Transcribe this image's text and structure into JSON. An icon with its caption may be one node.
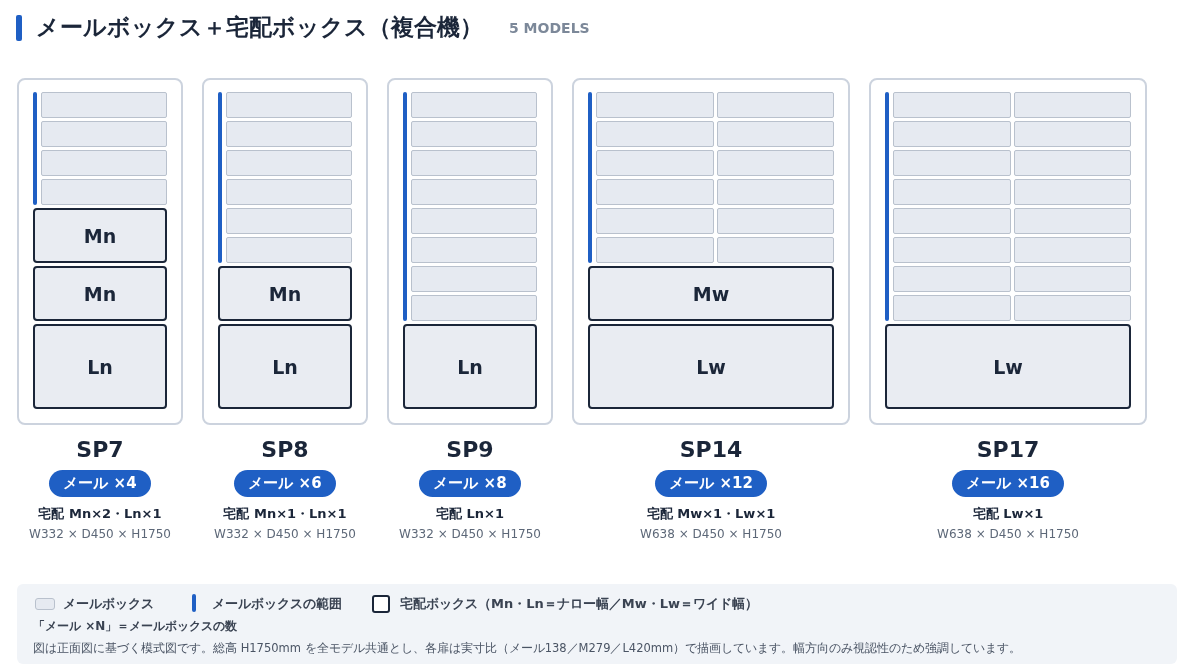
{
  "diagram": {
    "title": "メールボックス＋宅配ボックス（複合機）",
    "nodes": [
      {
        "text": [
          "SP7"
        ],
        "beside": [
          "宅配 Mn×2・Ln×1",
          "W332 × D450 × H1750"
        ]
      },
      {
        "text": [],
        "shape": "box",
        "in": 0
      },
      {
        "text": [],
        "shape": "box",
        "in": 0
      },
      {
        "text": [],
        "shape": "box",
        "in": 0
      },
      {
        "text": [],
        "shape": "box",
        "in": 0
      },
      {
        "text": [
          "Mn"
        ],
        "in": 0
      },
      {
        "text": [
          "Mn"
        ],
        "in": 0
      },
      {
        "text": [
          "Ln"
        ],
        "in": 0
      },
      {
        "text": [
          "メール ×4"
        ]
      },
      {
        "text": [
          "SP8"
        ],
        "beside": [
          "宅配 Mn×1・Ln×1",
          "W332 × D450 × H1750"
        ]
      },
      {
        "text": [],
        "shape": "box",
        "in": 9
      },
      {
        "text": [],
        "shape": "box",
        "in": 9
      },
      {
        "text": [],
        "shape": "box",
        "in": 9
      },
      {
        "text": [],
        "shape": "box",
        "in": 9
      },
      {
        "text": [],
        "shape": "box",
        "in": 9
      },
      {
        "text": [],
        "shape": "box",
        "in": 9
      },
      {
        "text": [
          "Mn"
        ],
        "in": 9
      },
      {
        "text": [
          "Ln"
        ],
        "in": 9
      },
      {
        "text": [
          "メール ×6"
        ]
      },
      {
        "text": [
          "SP9"
        ],
        "beside": [
          "宅配 Ln×1",
          "W332 × D450 × H1750"
        ]
      },
      {
        "text": [],
        "shape": "box",
        "in": 19
      },
      {
        "text": [],
        "shape": "box",
        "in": 19
      },
      {
        "text": [],
        "shape": "box",
        "in": 19
      },
      {
        "text": [],
        "shape": "box",
        "in": 19
      },
      {
        "text": [],
        "shape": "box",
        "in": 19
      },
      {
        "text": [],
        "shape": "box",
        "in": 19
      },
      {
        "text": [],
        "shape": "box",
        "in": 19
      },
      {
        "text": [],
        "shape": "box",
        "in": 19
      },
      {
        "text": [
          "Ln"
        ],
        "in": 19
      },
      {
        "text": [
          "メール ×8"
        ]
      },
      {
        "text": [
          "SP14"
        ],
        "beside": [
          "宅配 Mw×1・Lw×1",
          "W638 × D450 × H1750"
        ]
      },
      {
        "text": [],
        "shape": "box",
        "in": 30
      },
      {
        "text": [],
        "shape": "box",
        "in": 30
      },
      {
        "text": [],
        "shape": "box",
        "in": 30
      },
      {
        "text": [],
        "shape": "box",
        "in": 30
      },
      {
        "text": [],
        "shape": "box",
        "in": 30
      },
      {
        "text": [],
        "shape": "box",
        "in": 30
      },
      {
        "text": [],
        "shape": "box",
        "in": 30
      },
      {
        "text": [],
        "shape": "box",
        "in": 30
      },
      {
        "text": [],
        "shape": "box",
        "in": 30
      },
      {
        "text": [],
        "shape": "box",
        "in": 30
      },
      {
        "text": [],
        "shape": "box",
        "in": 30
      },
      {
        "text": [],
        "shape": "box",
        "in": 30
      },
      {
        "text": [
          "Mw"
        ],
        "in": 30
      },
      {
        "text": [
          "Lw"
        ],
        "in": 30
      },
      {
        "text": [
          "メール ×12"
        ]
      },
      {
        "text": [
          "SP17"
        ],
        "beside": [
          "宅配 Lw×1",
          "W638 × D450 × H1750"
        ]
      },
      {
        "text": [],
        "shape": "box",
        "in": 46
      },
      {
        "text": [],
        "shape": "box",
        "in": 46
      },
      {
        "text": [],
        "shape": "box",
        "in": 46
      },
      {
        "text": [],
        "shape": "box",
        "in": 46
      },
      {
        "text": [],
        "shape": "box",
        "in": 46
      },
      {
        "text": [],
        "shape": "box",
        "in": 46
      },
      {
        "text": [],
        "shape": "box",
        "in": 46
      },
      {
        "text": [],
        "shape": "box",
        "in": 46
      },
      {
        "text": [],
        "shape": "box",
        "in": 46
      },
      {
        "text": [],
        "shape": "box",
        "in": 46
      },
      {
        "text": [],
        "shape": "box",
        "in": 46
      },
      {
        "text": [],
        "shape": "box",
        "in": 46
      },
      {
        "text": [],
        "shape": "box",
        "in": 46
      },
      {
        "text": [],
        "shape": "box",
        "in": 46
      },
      {
        "text": [],
        "shape": "box",
        "in": 46
      },
      {
        "text": [],
        "shape": "box",
        "in": 46
      },
      {
        "text": [
          "Lw"
        ],
        "in": 46
      },
      {
        "text": [
          "メール ×16"
        ]
      }
    ],
    "labels": [
      "5 MODELS",
      "「メール ×N」＝メールボックスの数",
      "図は正面図に基づく模式図です。総高 H1750mm を全モデル共通とし、各扉は実寸比（メール138／M279／L420mm）で描画しています。幅方向のみ視認性のため強調しています。"
    ],
    "legend": [
      {
        "text": "メールボックス",
        "color": "#e6eaf1"
      },
      {
        "text": "メールボックスの範囲",
        "color": "#1f5fc4"
      },
      {
        "text": "宅配ボックス（Mn・Ln＝ナロー幅／Mw・Lw＝ワイド幅）"
      }
    ]
  }
}
